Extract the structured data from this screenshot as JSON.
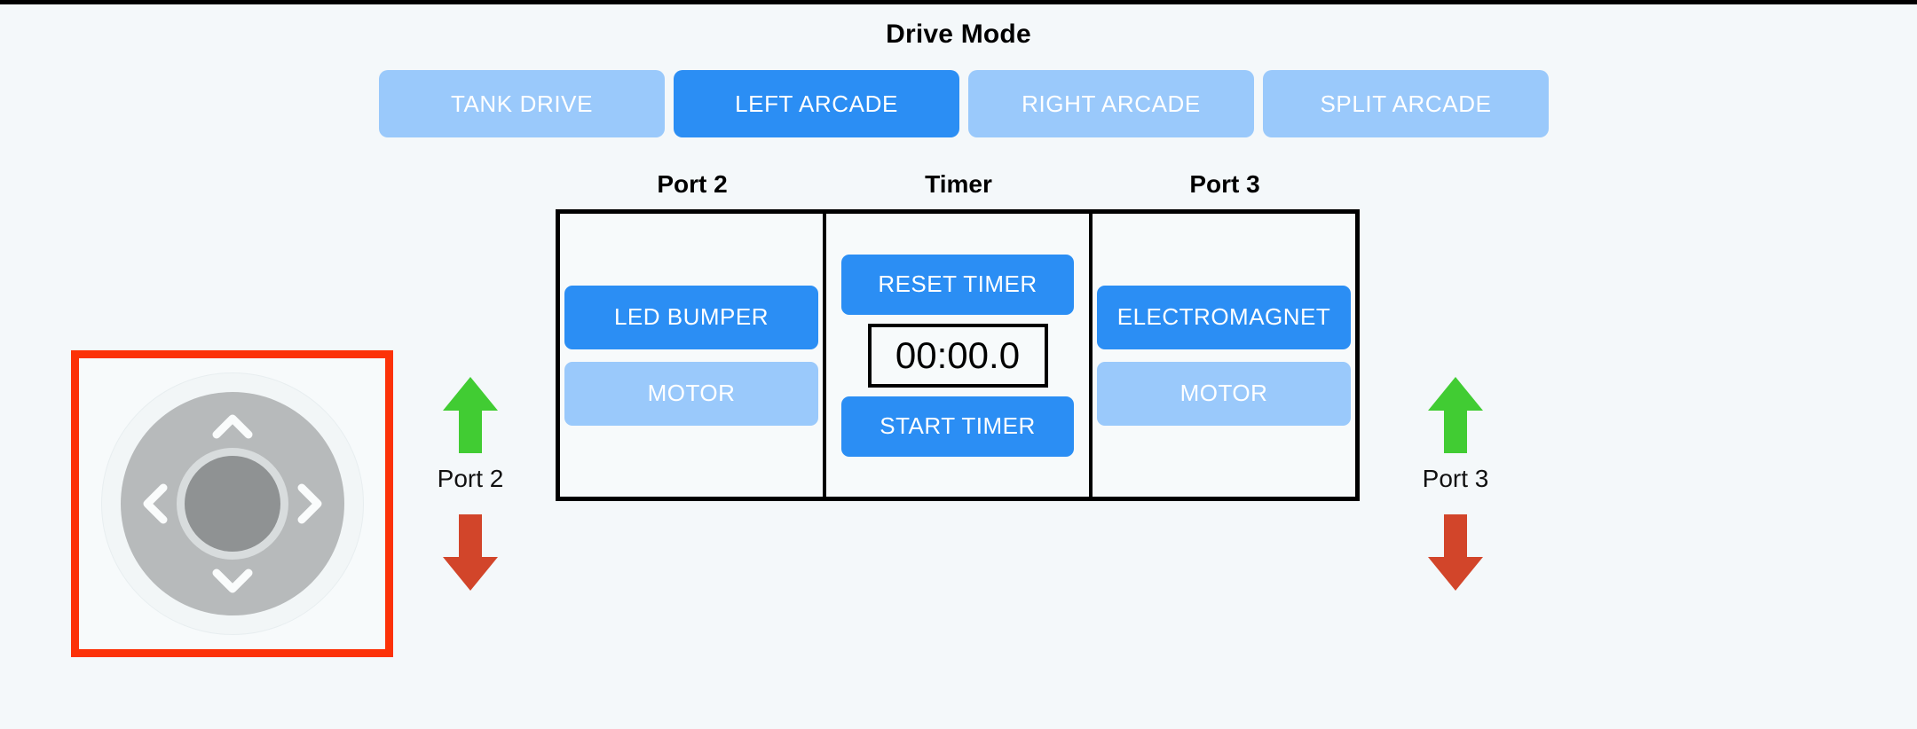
{
  "colors": {
    "background": "#f4f8fa",
    "accent_active": "#2b8ef4",
    "accent_inactive": "#9ac9fb",
    "panel_border": "#000000",
    "dpad_box_border": "#fc3208",
    "arrow_up": "#41cc33",
    "arrow_down": "#d2452a",
    "dpad_ring": "#b7babb",
    "dpad_center": "#8f9293",
    "text_on_accent": "#ffffff",
    "text_primary": "#000000"
  },
  "drive_mode": {
    "title": "Drive Mode",
    "selected": "LEFT ARCADE",
    "buttons": [
      {
        "label": "TANK DRIVE",
        "active": false
      },
      {
        "label": "LEFT ARCADE",
        "active": true
      },
      {
        "label": "RIGHT ARCADE",
        "active": false
      },
      {
        "label": "SPLIT ARCADE",
        "active": false
      }
    ]
  },
  "panel": {
    "headers": {
      "port2": "Port 2",
      "timer": "Timer",
      "port3": "Port 3"
    },
    "port2": {
      "buttons": [
        {
          "label": "LED BUMPER",
          "active": true
        },
        {
          "label": "MOTOR",
          "active": false
        }
      ]
    },
    "timer": {
      "reset_label": "RESET TIMER",
      "value": "00:00.0",
      "start_label": "START TIMER"
    },
    "port3": {
      "buttons": [
        {
          "label": "ELECTROMAGNET",
          "active": true
        },
        {
          "label": "MOTOR",
          "active": false
        }
      ]
    }
  },
  "dpad": {
    "up_icon": "chevron-up-icon",
    "down_icon": "chevron-down-icon",
    "left_icon": "chevron-left-icon",
    "right_icon": "chevron-right-icon"
  },
  "port_arrows": [
    {
      "id": "port2",
      "up_icon": "arrow-up-icon",
      "label": "Port 2",
      "down_icon": "arrow-down-icon"
    },
    {
      "id": "port3",
      "up_icon": "arrow-up-icon",
      "label": "Port 3",
      "down_icon": "arrow-down-icon"
    }
  ]
}
